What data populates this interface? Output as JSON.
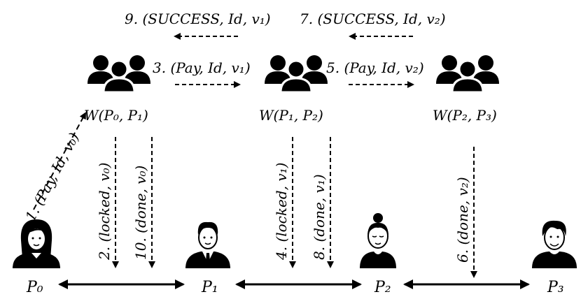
{
  "messages": {
    "m9": "9. (SUCCESS, Id, v₁)",
    "m7": "7. (SUCCESS, Id, v₂)",
    "m3": "3. (Pay, Id, v₁)",
    "m5": "5. (Pay, Id, v₂)",
    "m1": "1. (Pay, Id, v₀)",
    "m2": "2. (locked, v₀)",
    "m10": "10. (done, v₀)",
    "m4": "4. (locked, v₁)",
    "m8": "8. (done, v₁)",
    "m6": "6. (done, v₂)"
  },
  "watchtowers": {
    "w01": "W(P₀, P₁)",
    "w12": "W(P₁, P₂)",
    "w23": "W(P₂, P₃)"
  },
  "parties": {
    "p0": "P₀",
    "p1": "P₁",
    "p2": "P₂",
    "p3": "P₃"
  },
  "icons": {
    "group": "group-icon",
    "p0": "woman-long-hair-icon",
    "p1": "man-suit-icon",
    "p2": "woman-bun-icon",
    "p3": "man-casual-icon"
  }
}
